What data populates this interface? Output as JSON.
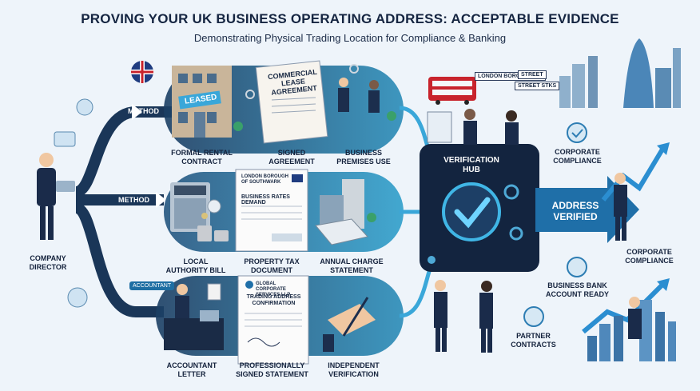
{
  "header": {
    "title": "PROVING YOUR UK BUSINESS OPERATING ADDRESS: ACCEPTABLE EVIDENCE",
    "subtitle": "Demonstrating Physical Trading Location for Compliance & Banking"
  },
  "director": {
    "label": "COMPANY DIRECTOR"
  },
  "methods": [
    {
      "tag": "METHOD"
    },
    {
      "tag": "METHOD"
    }
  ],
  "row1": {
    "leased_sign": "LEASED",
    "lease_doc": "COMMERCIAL LEASE AGREEMENT",
    "items": [
      "FORMAL RENTAL CONTRACT",
      "SIGNED AGREEMENT",
      "BUSINESS PREMISES USE"
    ]
  },
  "row2": {
    "doc_header": "LONDON BOROUGH OF SOUTHWARK",
    "doc_title": "BUSINESS RATES DEMAND",
    "items": [
      "LOCAL AUTHORITY BILL",
      "PROPERTY TAX DOCUMENT",
      "ANNUAL CHARGE STATEMENT"
    ]
  },
  "row3": {
    "accountant_tag": "ACCOUNTANT",
    "doc_header": "GLOBAL CORPORATE SERVICES LLP",
    "doc_title": "TRADING ADDRESS CONFIRMATION",
    "items": [
      "ACCOUNTANT LETTER",
      "PROFESSIONALLY SIGNED STATEMENT",
      "INDEPENDENT VERIFICATION"
    ]
  },
  "city_signs": [
    "LONDON BOROUGH OF",
    "STREET",
    "STREET STKS"
  ],
  "hub": {
    "label": "VERIFICATION HUB"
  },
  "result": {
    "label": "ADDRESS VERIFIED"
  },
  "outcomes": [
    {
      "label": "CORPORATE COMPLIANCE"
    },
    {
      "label": "CORPORATE COMPLIANCE"
    },
    {
      "label": "BUSINESS BANK ACCOUNT READY"
    },
    {
      "label": "PARTNER CONTRACTS"
    }
  ],
  "colors": {
    "navy": "#15233d",
    "teal": "#2a9ec4",
    "accent": "#3aa7d9",
    "background": "#eef4fa"
  }
}
